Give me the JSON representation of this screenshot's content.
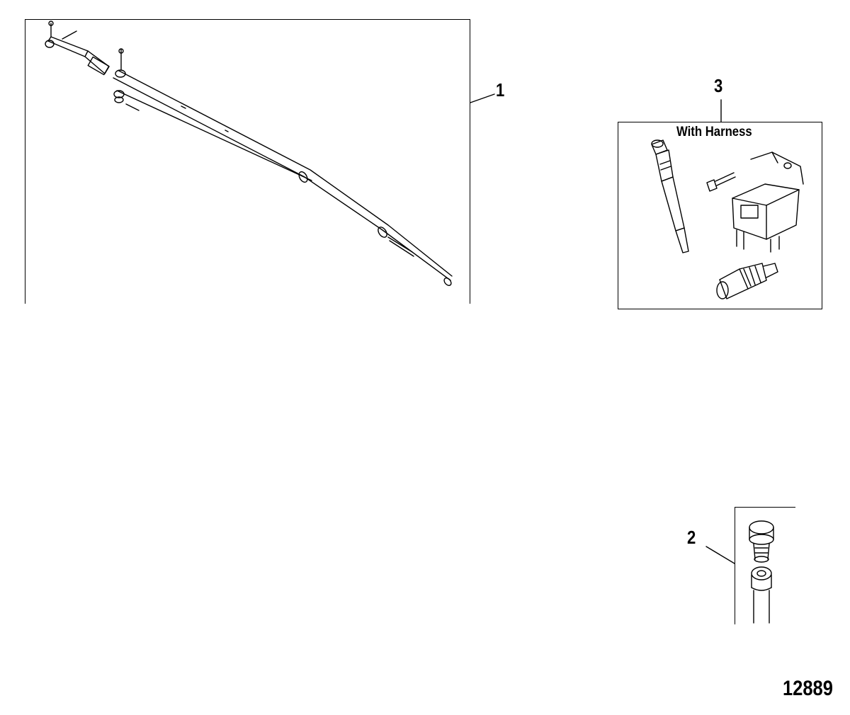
{
  "callouts": {
    "item1": "1",
    "item2": "2",
    "item3": "3"
  },
  "item3_caption": "With Harness",
  "figure_number": "12889",
  "colors": {
    "line": "#000000",
    "background": "#ffffff"
  }
}
